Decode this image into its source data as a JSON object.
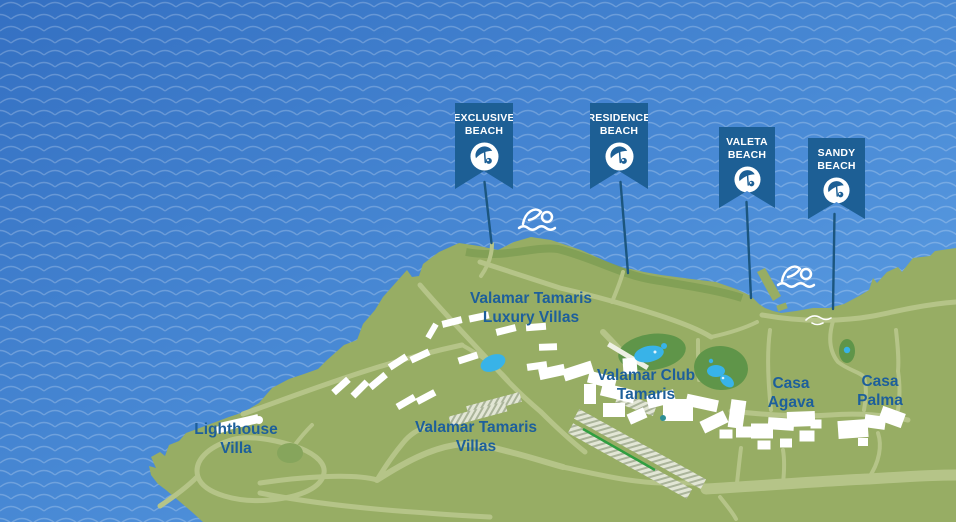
{
  "map": {
    "type": "resort-overview-map",
    "beach_flags": [
      {
        "id": "exclusive-beach",
        "line1": "EXCLUSIVE",
        "line2": "BEACH",
        "icon": "beach-umbrella-icon"
      },
      {
        "id": "residence-beach",
        "line1": "RESIDENCE",
        "line2": "BEACH",
        "icon": "beach-umbrella-icon"
      },
      {
        "id": "valeta-beach",
        "line1": "VALETA",
        "line2": "BEACH",
        "icon": "beach-umbrella-icon"
      },
      {
        "id": "sandy-beach",
        "line1": "SANDY",
        "line2": "BEACH",
        "icon": "beach-umbrella-icon"
      }
    ],
    "region_labels": [
      {
        "id": "valamar-tamaris-luxury-villas",
        "line1": "Valamar Tamaris",
        "line2": "Luxury Villas"
      },
      {
        "id": "valamar-club-tamaris",
        "line1": "Valamar Club",
        "line2": "Tamaris"
      },
      {
        "id": "casa-agava",
        "line1": "Casa",
        "line2": "Agava"
      },
      {
        "id": "casa-palma",
        "line1": "Casa",
        "line2": "Palma"
      },
      {
        "id": "lighthouse-villa",
        "line1": "Lighthouse",
        "line2": "Villa"
      },
      {
        "id": "valamar-tamaris-villas",
        "line1": "Valamar Tamaris",
        "line2": "Villas"
      }
    ],
    "water_icons": [
      "swimmer-icon",
      "swimmer-icon"
    ],
    "land_icons": [
      "wave-marker-icon"
    ],
    "colors": {
      "sea_dark": "#3470c2",
      "sea_light": "#63a5e8",
      "wave_line": "#ffffff",
      "land": "#97ad64",
      "road": "#b5c488",
      "vegetation": "#5f9549",
      "pool": "#38b3e8",
      "building": "#ffffff",
      "flag_background": "#1d5f95",
      "flag_pole": "#1c567f",
      "label_text": "#1d5f9b"
    }
  }
}
